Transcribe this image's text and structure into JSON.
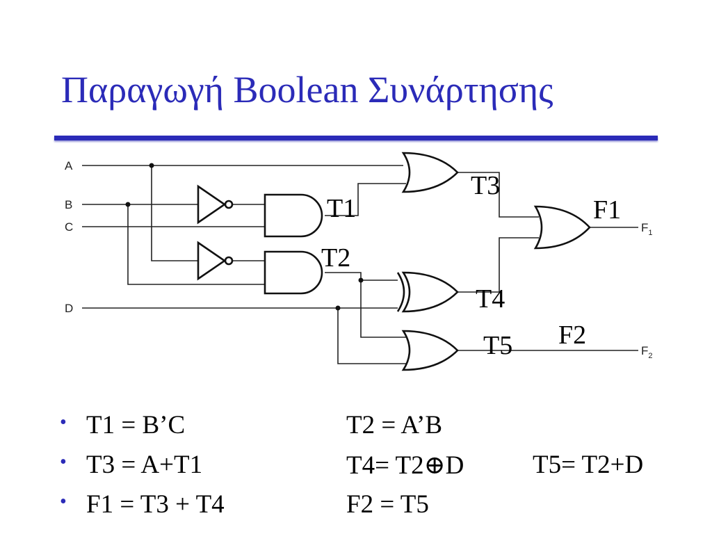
{
  "title": "Παραγωγή Boolean Συνάρτησης",
  "inputs": {
    "a": "A",
    "b": "B",
    "c": "C",
    "d": "D"
  },
  "outputs": {
    "f1": "F",
    "f1_sub": "1",
    "f2": "F",
    "f2_sub": "2"
  },
  "signals": {
    "t1": "T1",
    "t2": "T2",
    "t3": "T3",
    "t4": "T4",
    "t5": "T5",
    "f1": "F1",
    "f2": "F2"
  },
  "equations": [
    {
      "left": "T1 = B’C",
      "middle": "T2 = A’B",
      "right": ""
    },
    {
      "left": "T3 = A+T1",
      "middle": "T4= T2⊕D",
      "right": "T5= T2+D"
    },
    {
      "left": "F1 = T3 + T4",
      "middle": "F2 = T5",
      "right": ""
    }
  ],
  "colors": {
    "title": "#2b2bb8",
    "rule": "#2b2bb8",
    "bullet": "#2b2bb8"
  },
  "bullet_symbol": "•"
}
